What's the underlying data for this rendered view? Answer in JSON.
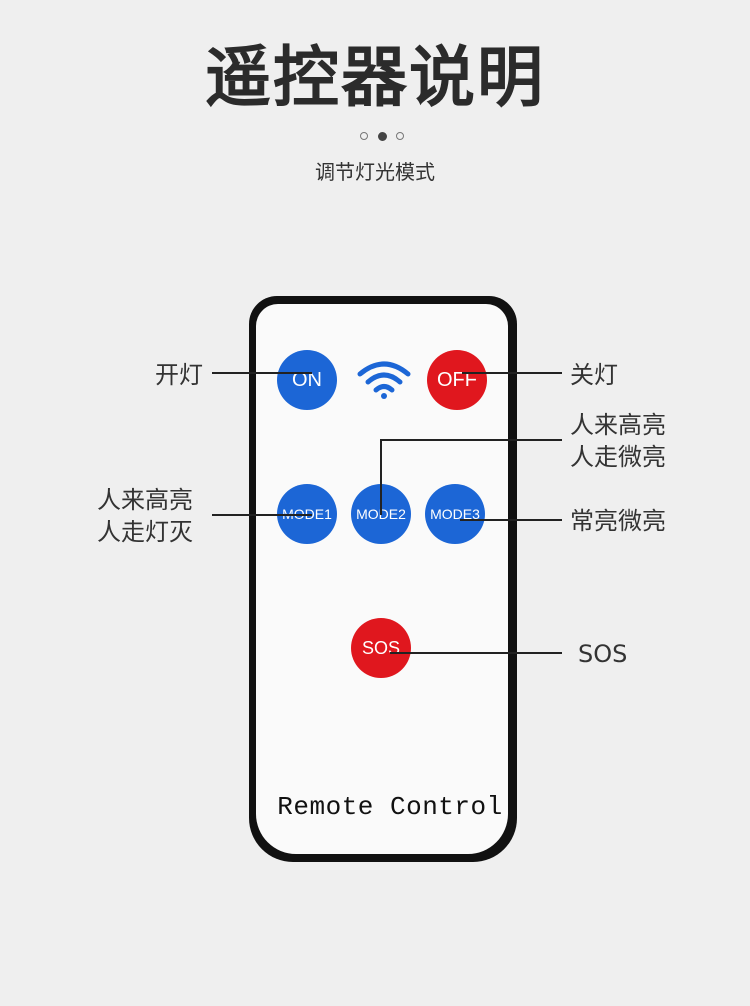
{
  "header": {
    "title": "遥控器说明",
    "subtitle": "调节灯光模式"
  },
  "remote": {
    "buttons": {
      "on": "ON",
      "off": "OFF",
      "mode1": "MODE1",
      "mode2": "MODE2",
      "mode3": "MODE3",
      "sos": "SOS"
    },
    "label": "Remote Control",
    "signal_icon": "wifi-signal-icon",
    "colors": {
      "blue": "#1c66d6",
      "red": "#e0171e"
    }
  },
  "callouts": {
    "on": "开灯",
    "off": "关灯",
    "mode2_line1": "人来高亮",
    "mode2_line2": "人走微亮",
    "mode1_line1": "人来高亮",
    "mode1_line2": "人走灯灭",
    "mode3": "常亮微亮",
    "sos": "SOS"
  }
}
